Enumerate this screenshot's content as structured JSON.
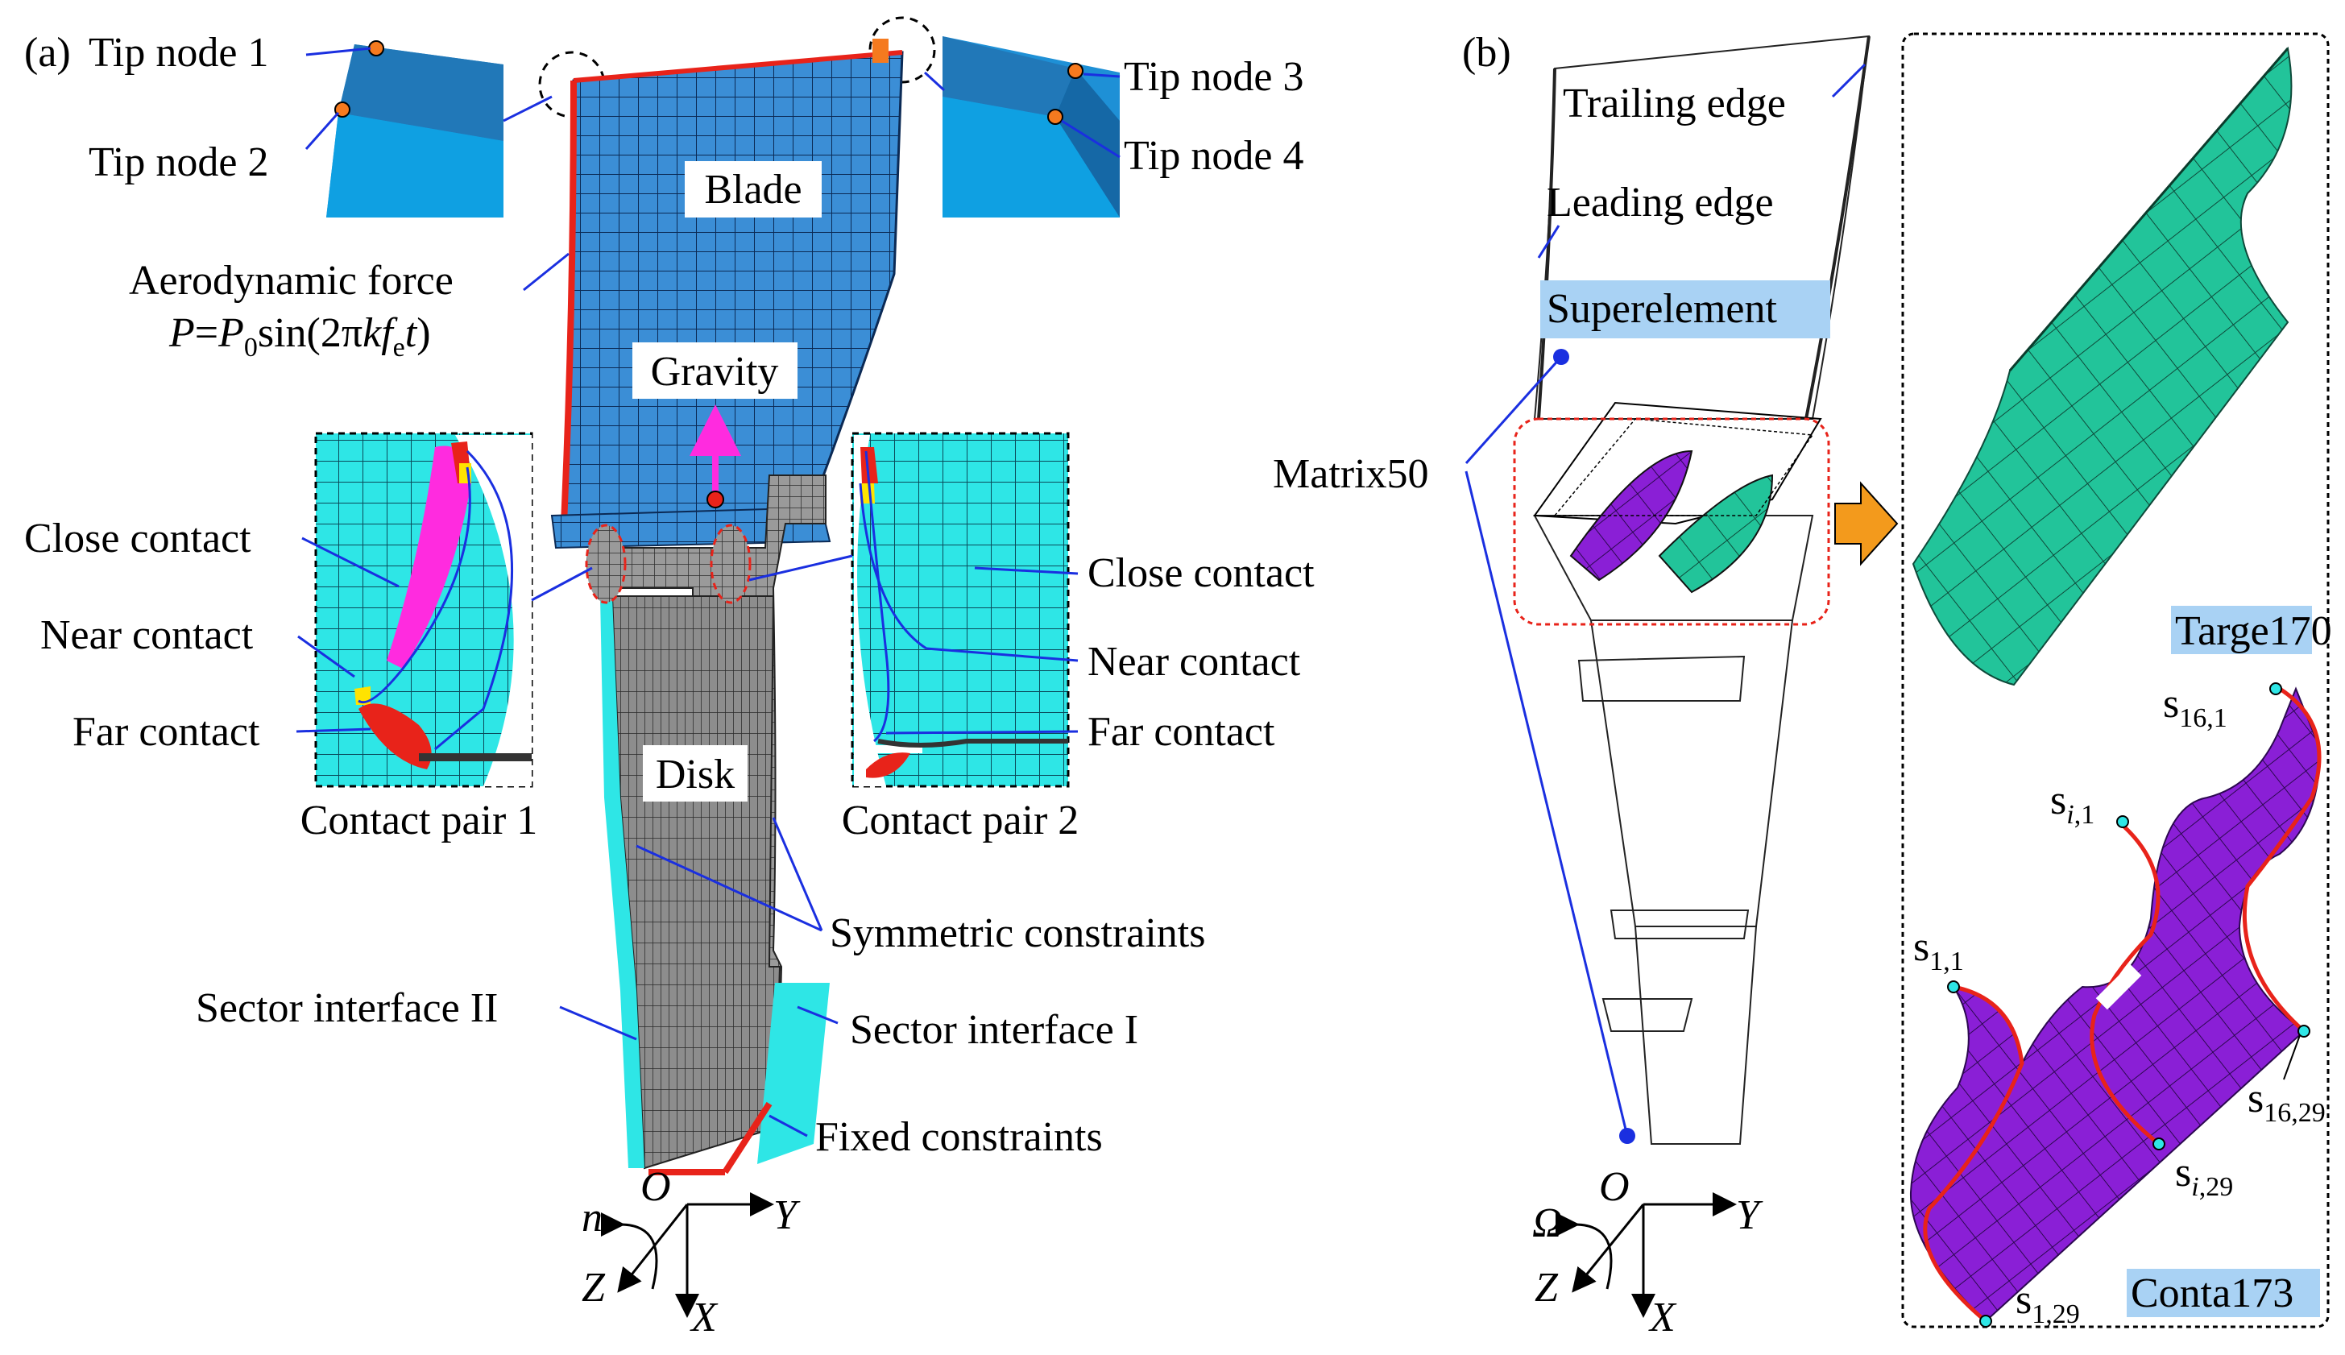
{
  "panel_a": {
    "label": "(a)",
    "tip_nodes": [
      "Tip node 1",
      "Tip node 2",
      "Tip node 3",
      "Tip node 4"
    ],
    "blade": "Blade",
    "disk": "Disk",
    "aero_force_label": "Aerodynamic force",
    "aero_formula": {
      "P": "P",
      "eq": "=",
      "P0": "P",
      "P0_sub": "0",
      "sin": "sin(2π",
      "k": "k",
      "f": "f",
      "fe_sub": "e",
      "t": "t",
      "close": ")"
    },
    "gravity": "Gravity",
    "contact_left": {
      "close": "Close contact",
      "near": "Near contact",
      "far": "Far contact",
      "title": "Contact pair 1"
    },
    "contact_right": {
      "close": "Close contact",
      "near": "Near contact",
      "far": "Far contact",
      "title": "Contact pair 2"
    },
    "symmetric": "Symmetric constraints",
    "sector_ii": "Sector interface II",
    "sector_i": "Sector interface I",
    "fixed": "Fixed constraints",
    "axes": {
      "origin": "O",
      "y": "Y",
      "x": "X",
      "z": "Z",
      "n": "n"
    }
  },
  "panel_b": {
    "label": "(b)",
    "trailing_edge": "Trailing edge",
    "leading_edge": "Leading edge",
    "superelement": "Superelement",
    "matrix50": "Matrix50",
    "targe170": "Targe170",
    "conta173": "Conta173",
    "nodes": {
      "s16_1": {
        "base": "s",
        "sub": "16,1"
      },
      "si_1": {
        "base": "s",
        "sub_i": "i",
        "sub": ",1"
      },
      "s1_1": {
        "base": "s",
        "sub": "1,1"
      },
      "s16_29": {
        "base": "s",
        "sub": "16,29"
      },
      "si_29": {
        "base": "s",
        "sub_i": "i",
        "sub": ",29"
      },
      "s1_29": {
        "base": "s",
        "sub": "1,29"
      }
    },
    "axes": {
      "origin": "O",
      "y": "Y",
      "x": "X",
      "z": "Z",
      "omega": "Ω"
    }
  },
  "colors": {
    "blade": "#3b8ed6",
    "disk": "#8a8a8a",
    "cyan": "#2ee6e6",
    "red": "#e8231a",
    "magenta": "#ff2bdf",
    "teal": "#22c49a",
    "purple": "#8a1fd6",
    "orange": "#f39a1c",
    "highlight": "#a9d2f4",
    "blue_line": "#1a2fe0"
  }
}
